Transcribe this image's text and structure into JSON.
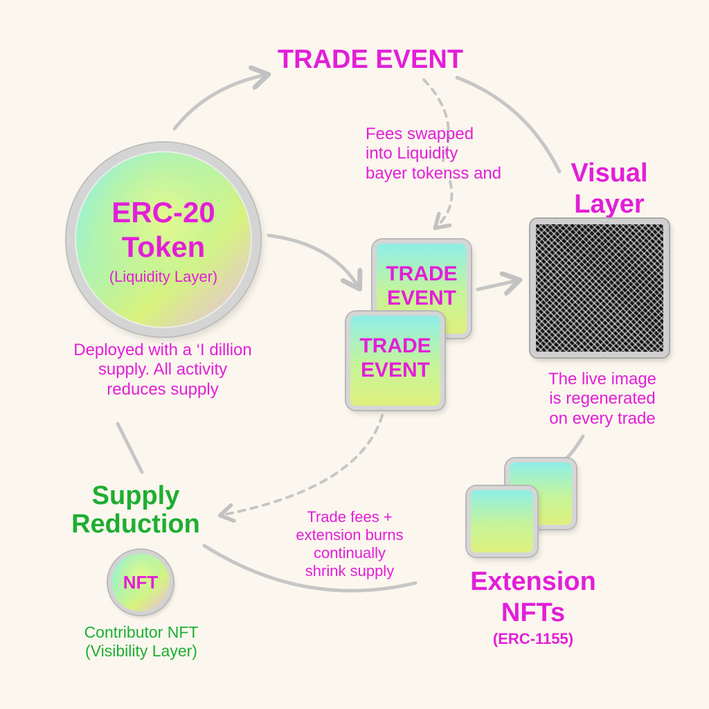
{
  "title": "TRADE EVENT",
  "fees_note": [
    "Fees swapped",
    "into Liquidity",
    "bayer tokenss and"
  ],
  "erc20": {
    "line1": "ERC-20",
    "line2": "Token",
    "subtitle": "(Liquidity Layer)"
  },
  "deployed_note": [
    "Deployed with a ‘I dillion",
    "supply. All activity",
    "reduces supply"
  ],
  "trade_tiles": [
    {
      "line1": "TRADE",
      "line2": "EVENT"
    },
    {
      "line1": "TRADE",
      "line2": "EVENT"
    }
  ],
  "visual_layer": {
    "line1": "Visual",
    "line2": "Layer"
  },
  "live_image_note": [
    "The live image",
    "is regenerated",
    "on every trade"
  ],
  "supply_reduction": {
    "line1": "Supply",
    "line2": "Reduction"
  },
  "nft_badge": "NFT",
  "contributor": [
    "Contributor NFT",
    "(Visibility Layer)"
  ],
  "trade_fees_note": [
    "Trade fees +",
    "extension burns",
    "continually",
    "shrink supply"
  ],
  "extension": {
    "line1": "Extension",
    "line2": "NFTs",
    "subtitle": "(ERC-1155)"
  },
  "colors": {
    "magenta": "#e21fd8",
    "green": "#1fad32",
    "arrow": "#c4c4c4",
    "background": "#fbf7ee"
  }
}
